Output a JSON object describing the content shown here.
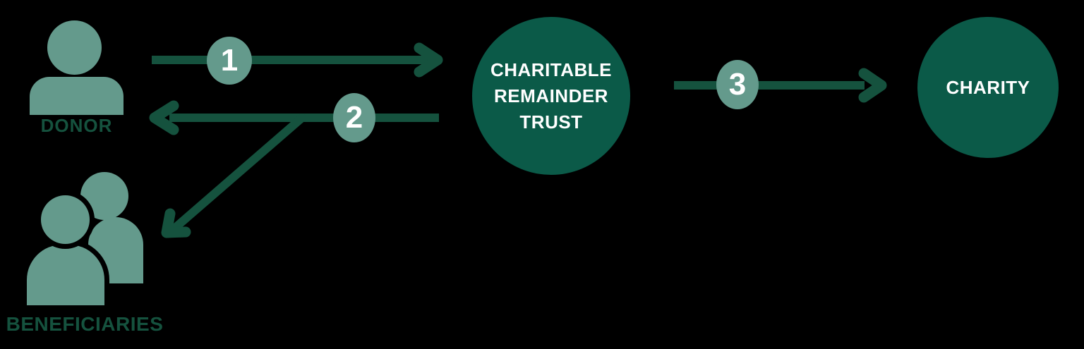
{
  "diagram": {
    "nodes": {
      "donor": {
        "label": "DONOR",
        "icon": "single-person"
      },
      "beneficiaries": {
        "label": "BENEFICIARIES",
        "icon": "two-people"
      },
      "trust": {
        "shape": "circle",
        "label_lines": [
          "CHARITABLE",
          "REMAINDER",
          "TRUST"
        ]
      },
      "charity": {
        "shape": "circle",
        "label": "CHARITY"
      }
    },
    "arrows": [
      {
        "number": "1",
        "from": "donor",
        "to": "charitable-remainder-trust",
        "direction": "right"
      },
      {
        "number": "2",
        "from": "charitable-remainder-trust",
        "to": "donor-and-beneficiaries",
        "direction": "left-and-down-left"
      },
      {
        "number": "3",
        "from": "charitable-remainder-trust",
        "to": "charity",
        "direction": "right"
      }
    ]
  },
  "colors": {
    "background": "#000000",
    "dark_green": "#0b5a48",
    "forest_green": "#15523e",
    "sage_green": "#649a8c",
    "text_white": "#ffffff"
  }
}
